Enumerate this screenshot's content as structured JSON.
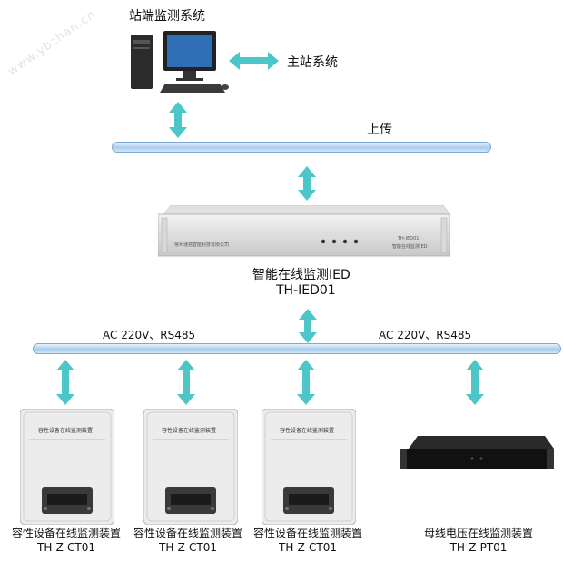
{
  "station_system": "站端监测系统",
  "master_system": "主站系统",
  "upload_label": "上传",
  "ied": {
    "name": "智能在线监测IED",
    "model": "TH-IED01",
    "front_company": "常州通慧智能科技有限公司",
    "front_model": "TH-IED01",
    "front_title": "智能在线监测IED"
  },
  "bus_left_label": "AC 220V、RS485",
  "bus_right_label": "AC 220V、RS485",
  "devices": [
    {
      "name": "容性设备在线监测装置",
      "model": "TH-Z-CT01",
      "box_label": "容性设备在线监测装置"
    },
    {
      "name": "容性设备在线监测装置",
      "model": "TH-Z-CT01",
      "box_label": "容性设备在线监测装置"
    },
    {
      "name": "容性设备在线监测装置",
      "model": "TH-Z-CT01",
      "box_label": "容性设备在线监测装置"
    },
    {
      "name": "母线电压在线监测装置",
      "model": "TH-Z-PT01"
    }
  ],
  "watermark": "www.ybzhan.cn",
  "colors": {
    "arrow": "#4cc6c6",
    "bus_fill": "#a9cdee",
    "bus_border": "#7fa9d3"
  }
}
